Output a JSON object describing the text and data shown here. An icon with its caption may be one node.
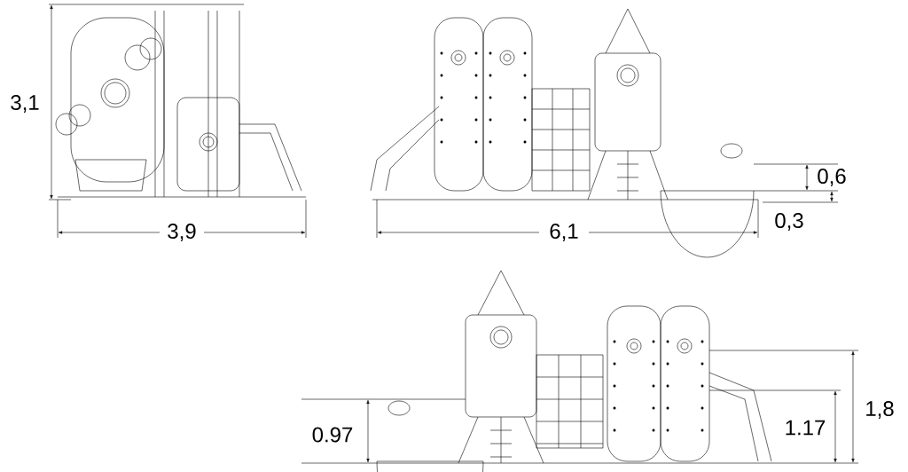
{
  "diagram": {
    "labels": [
      "3,1",
      "3,9",
      "6,1",
      "0,6",
      "0,3",
      "0.97",
      "1.17",
      "1,8"
    ]
  }
}
